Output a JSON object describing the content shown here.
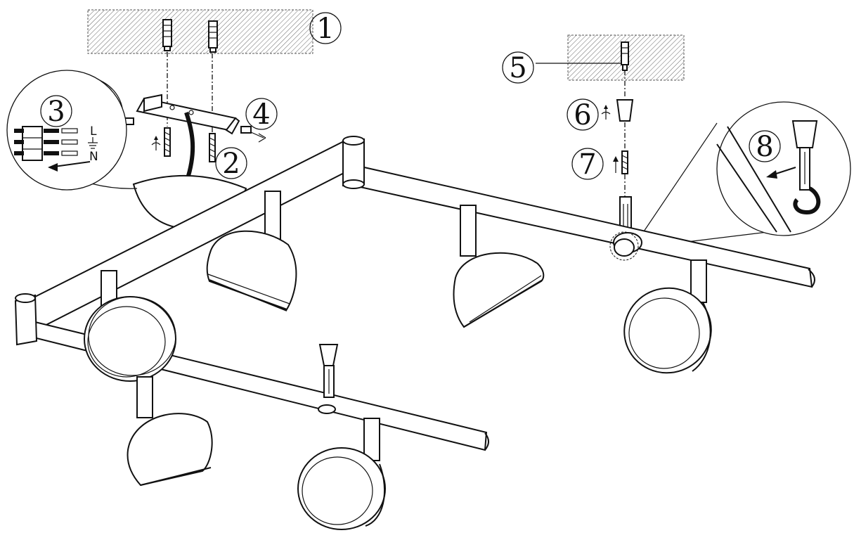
{
  "diagram": {
    "callouts": [
      {
        "id": "1",
        "label": "1"
      },
      {
        "id": "2",
        "label": "2"
      },
      {
        "id": "3",
        "label": "3"
      },
      {
        "id": "4",
        "label": "4"
      },
      {
        "id": "5",
        "label": "5"
      },
      {
        "id": "6",
        "label": "6"
      },
      {
        "id": "7",
        "label": "7"
      },
      {
        "id": "8",
        "label": "8"
      }
    ],
    "wiring": {
      "live_label": "L",
      "neutral_label": "N"
    }
  }
}
